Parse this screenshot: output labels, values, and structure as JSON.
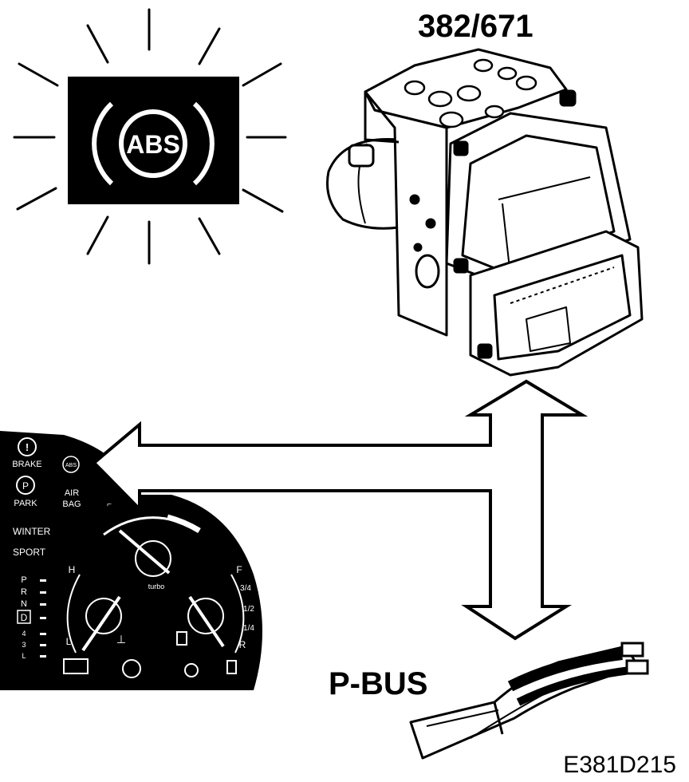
{
  "part_number": "382/671",
  "warning_lamp": {
    "label": "ABS"
  },
  "bus_label": "P-BUS",
  "figure_code": "E381D215",
  "cluster": {
    "brake_label": "BRAKE",
    "park_label": "PARK",
    "park_symbol": "P",
    "brake_symbol": "!",
    "abs_small_label": "ABS",
    "airbag_label_1": "AIR",
    "airbag_label_2": "BAG",
    "winter_label": "WINTER",
    "sport_label": "SPORT",
    "turbo_label": "turbo",
    "temp_high": "H",
    "temp_low": "L",
    "fuel_full": "F",
    "fuel_three_quarter": "3/4",
    "fuel_half": "1/2",
    "fuel_quarter": "1/4",
    "fuel_reserve": "R",
    "gears": [
      "P",
      "R",
      "N",
      "D",
      "4",
      "3",
      "L"
    ]
  }
}
